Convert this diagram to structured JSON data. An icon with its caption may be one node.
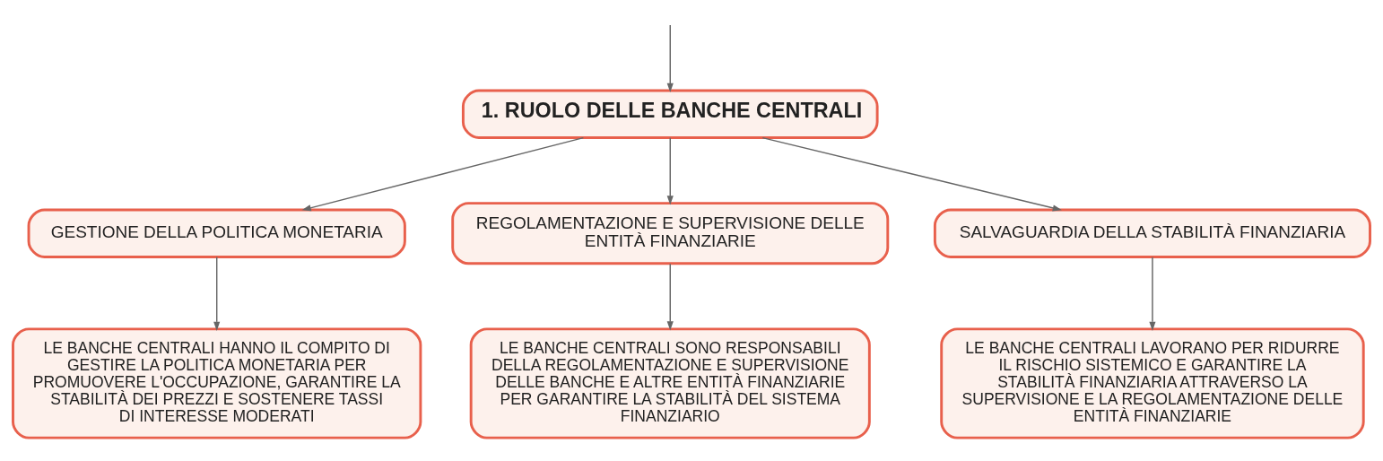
{
  "diagram": {
    "nodes": [
      {
        "text": [
          "1. RUOLO DELLE BANCHE CENTRALI"
        ]
      },
      {
        "text": [
          "GESTIONE DELLA POLITICA MONETARIA"
        ]
      },
      {
        "text": [
          "REGOLAMENTAZIONE E SUPERVISIONE DELLE ENTITÀ FINANZIARIE"
        ]
      },
      {
        "text": [
          "SALVAGUARDIA DELLA STABILITÀ FINANZIARIA"
        ]
      },
      {
        "text": [
          "LE BANCHE CENTRALI HANNO IL COMPITO DI GESTIRE LA POLITICA MONETARIA PER PROMUOVERE L'OCCUPAZIONE, GARANTIRE LA STABILITÀ DEI PREZZI E SOSTENERE TASSI DI INTERESSE MODERATI"
        ]
      },
      {
        "text": [
          "LE BANCHE CENTRALI SONO RESPONSABILI DELLA REGOLAMENTAZIONE E SUPERVISIONE DELLE BANCHE E ALTRE ENTITÀ FINANZIARIE PER GARANTIRE LA STABILITÀ DEL SISTEMA FINANZIARIO"
        ]
      },
      {
        "text": [
          "LE BANCHE CENTRALI LAVORANO PER RIDURRE IL RISCHIO SISTEMICO E GARANTIRE LA STABILITÀ FINANZIARIA ATTRAVERSO LA SUPERVISIONE E LA REGOLAMENTAZIONE DELLE ENTITÀ FINANZIARIE"
        ]
      }
    ],
    "edges": [
      {
        "from": null,
        "to": 0,
        "arrow": "to"
      },
      {
        "from": 0,
        "to": 1,
        "arrow": "to"
      },
      {
        "from": 0,
        "to": 2,
        "arrow": "to"
      },
      {
        "from": 0,
        "to": 3,
        "arrow": "to"
      },
      {
        "from": 1,
        "to": 4,
        "arrow": "to"
      },
      {
        "from": 2,
        "to": 5,
        "arrow": "to"
      },
      {
        "from": 3,
        "to": 6,
        "arrow": "to"
      }
    ]
  }
}
